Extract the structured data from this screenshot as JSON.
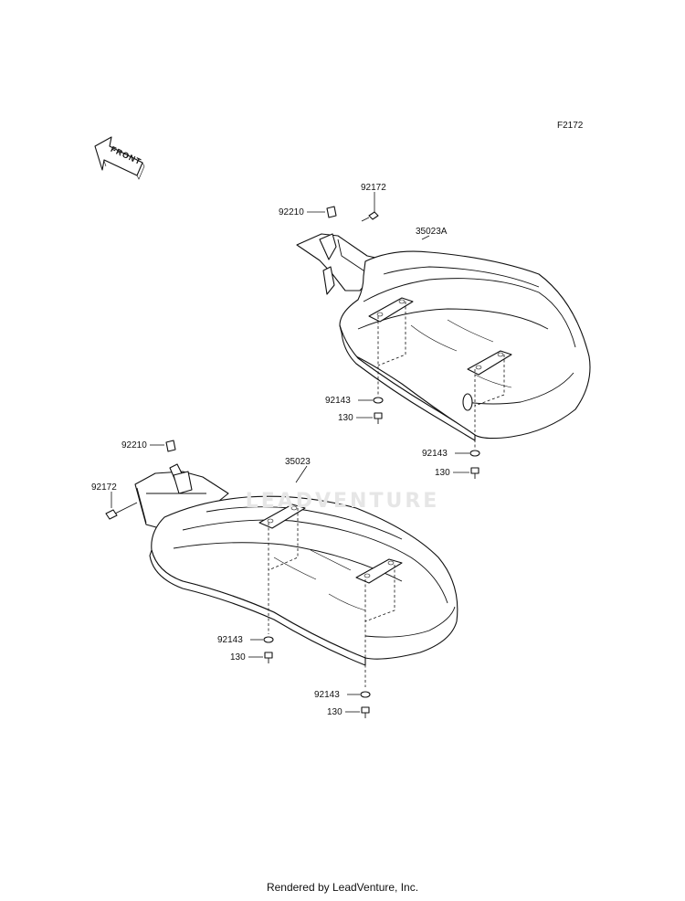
{
  "diagram": {
    "figure_code": "F2172",
    "front_marker": "FRONT",
    "callouts": {
      "upper_nut_clip": "92210",
      "upper_bolt": "92172",
      "upper_cover": "35023A",
      "upper_washer_left": "92143",
      "upper_bolt_left": "130",
      "upper_washer_right": "92143",
      "upper_bolt_right": "130",
      "lower_nut_clip": "92210",
      "lower_bolt": "92172",
      "lower_cover": "35023",
      "lower_washer_left": "92143",
      "lower_bolt_left": "130",
      "lower_washer_right": "92143",
      "lower_bolt_right": "130"
    }
  },
  "watermark": {
    "text": "LEADVENTURE"
  },
  "footer": {
    "text": "Rendered by LeadVenture, Inc."
  }
}
